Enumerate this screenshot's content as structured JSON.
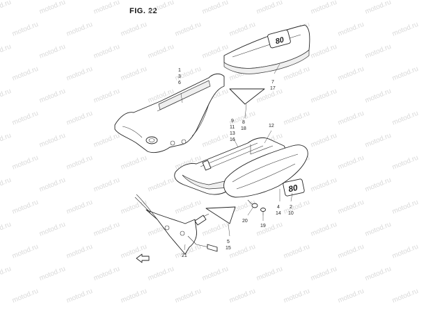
{
  "figure": {
    "title": "FIG. 22"
  },
  "watermark": {
    "text": "motod.ru"
  },
  "callouts": [
    {
      "id": "c1",
      "lines": [
        "1",
        "3",
        "6"
      ]
    },
    {
      "id": "c7",
      "lines": [
        "7",
        "17"
      ]
    },
    {
      "id": "c8",
      "lines": [
        "8",
        "18"
      ]
    },
    {
      "id": "c9",
      "lines": [
        "9",
        "11",
        "13",
        "16"
      ]
    },
    {
      "id": "c12",
      "lines": [
        "12"
      ]
    },
    {
      "id": "c4",
      "lines": [
        "4",
        "14"
      ]
    },
    {
      "id": "c2",
      "lines": [
        "2",
        "10"
      ]
    },
    {
      "id": "c20",
      "lines": [
        "20"
      ]
    },
    {
      "id": "c19",
      "lines": [
        "19"
      ]
    },
    {
      "id": "c5",
      "lines": [
        "5",
        "15"
      ]
    },
    {
      "id": "c21",
      "lines": [
        "21"
      ]
    }
  ],
  "emblems": {
    "seat_badge": "80",
    "cover_badge": "80"
  }
}
